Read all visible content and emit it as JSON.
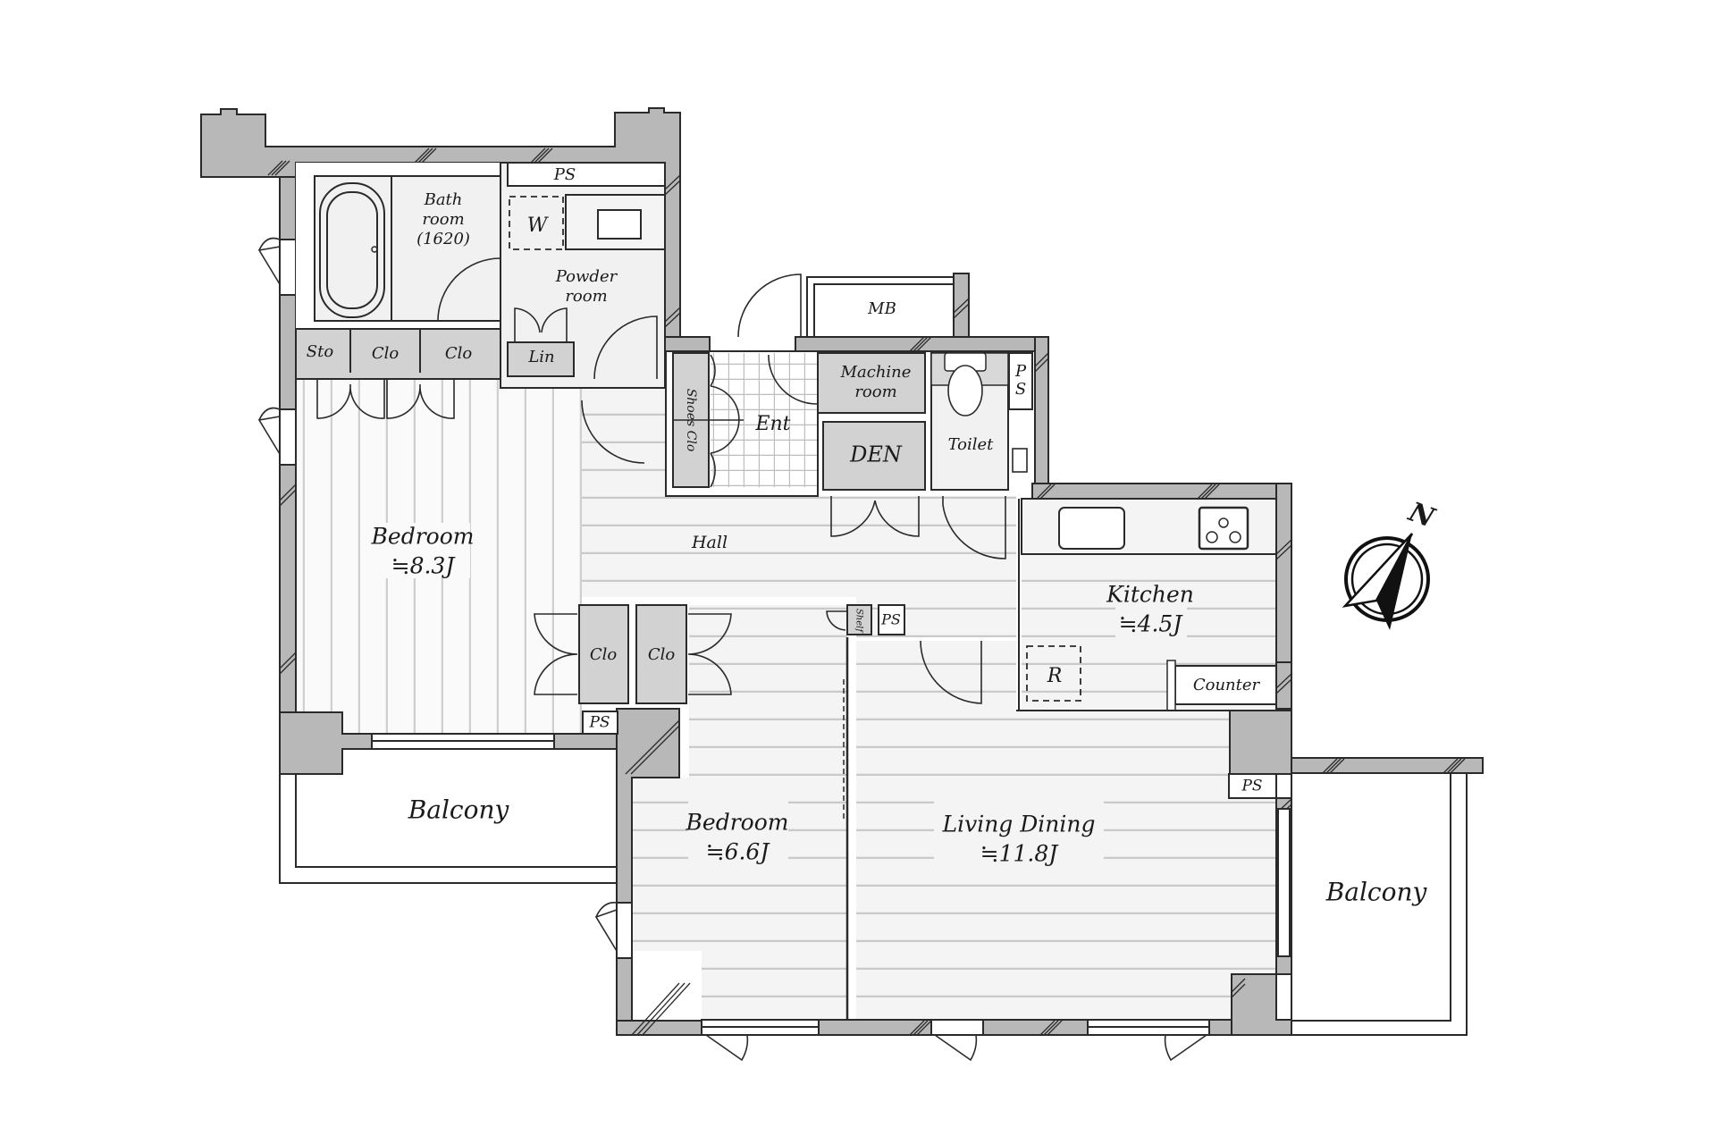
{
  "floorplan": {
    "colors": {
      "wall": "#b8b8b8",
      "storage": "#d2d2d2",
      "floor_light": "#f3f3f3",
      "floor_line": "#c8c8c8",
      "ink": "#1a1a1a"
    },
    "compass": {
      "label": "N"
    },
    "rooms": {
      "bath": {
        "line1": "Bath",
        "line2": "room",
        "line3": "(1620)"
      },
      "washer": {
        "label": "W"
      },
      "powder": {
        "line1": "Powder",
        "line2": "room"
      },
      "ps_top": {
        "label": "PS"
      },
      "sto": {
        "label": "Sto"
      },
      "clo_top1": {
        "label": "Clo"
      },
      "clo_top2": {
        "label": "Clo"
      },
      "lin": {
        "label": "Lin"
      },
      "mb": {
        "label": "MB"
      },
      "machine": {
        "line1": "Machine",
        "line2": "room"
      },
      "ps_toilet": {
        "line1": "P",
        "line2": "S"
      },
      "shoes_clo": {
        "label": "Shoes Clo"
      },
      "ent": {
        "label": "Ent"
      },
      "den": {
        "label": "DEN"
      },
      "toilet": {
        "label": "Toilet"
      },
      "bedroom1": {
        "name": "Bedroom",
        "area": "≒8.3J"
      },
      "hall": {
        "label": "Hall"
      },
      "kitchen": {
        "name": "Kitchen",
        "area": "≒4.5J"
      },
      "fridge": {
        "label": "R"
      },
      "counter": {
        "label": "Counter"
      },
      "clo_mid1": {
        "label": "Clo"
      },
      "clo_mid2": {
        "label": "Clo"
      },
      "ps_mid": {
        "label": "PS"
      },
      "shelf": {
        "label": "Shelf"
      },
      "ps_hall": {
        "label": "PS"
      },
      "ps_living": {
        "label": "PS"
      },
      "bedroom2": {
        "name": "Bedroom",
        "area": "≒6.6J"
      },
      "living": {
        "name": "Living Dining",
        "area": "≒11.8J"
      },
      "balcony_left": {
        "label": "Balcony"
      },
      "balcony_right": {
        "label": "Balcony"
      }
    }
  }
}
